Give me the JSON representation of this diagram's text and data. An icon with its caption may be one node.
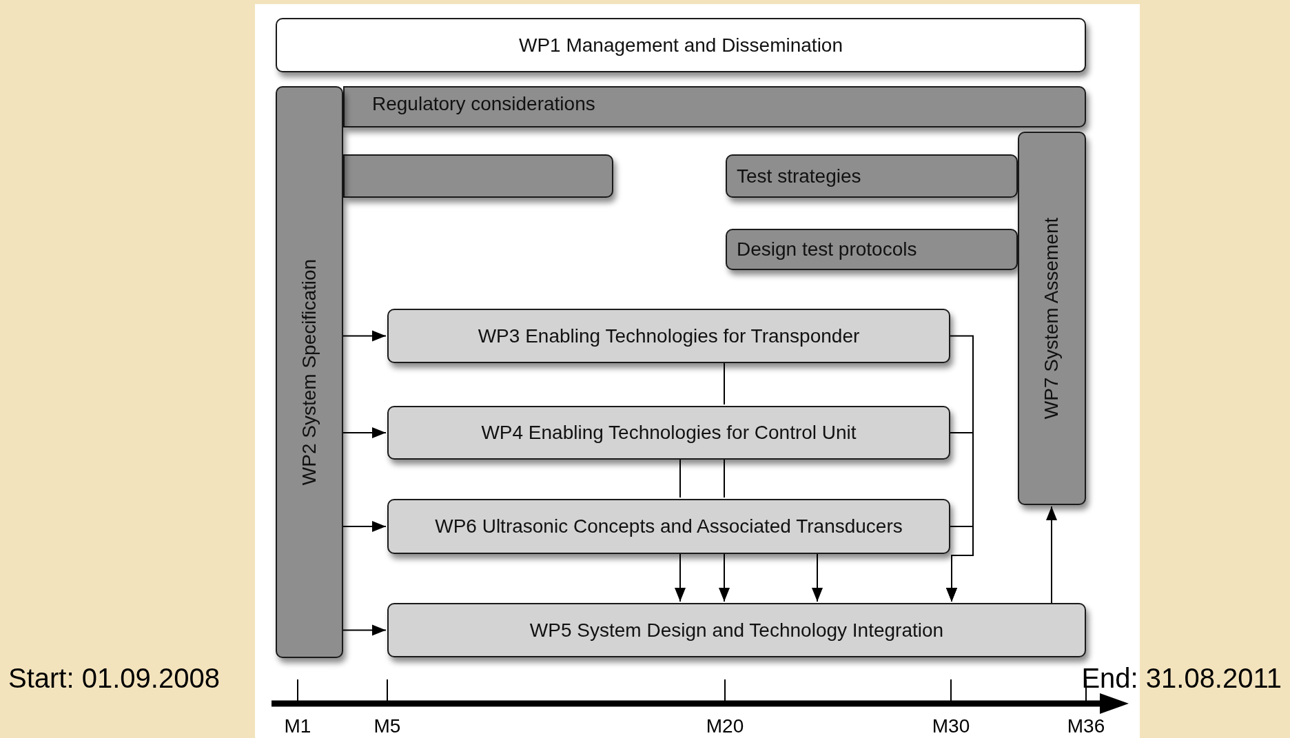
{
  "diagram": {
    "nodes": [
      {
        "text": [
          "WP1 Management and Dissemination"
        ]
      },
      {
        "text": [
          "Regulatory considerations"
        ]
      },
      {
        "text": [],
        "shape": "bar"
      },
      {
        "text": [
          "Test strategies"
        ]
      },
      {
        "text": [
          "Design test protocols"
        ]
      },
      {
        "text": [
          "WP2 System Specification"
        ]
      },
      {
        "text": [
          "WP7 System Assement"
        ]
      },
      {
        "text": [
          "WP3 Enabling Technologies for Transponder"
        ]
      },
      {
        "text": [
          "WP4 Enabling Technologies for Control Unit"
        ]
      },
      {
        "text": [
          "WP6 Ultrasonic Concepts and Associated Transducers"
        ]
      },
      {
        "text": [
          "WP5 System Design and Technology Integration"
        ]
      }
    ],
    "edges": [
      {
        "from": 5,
        "to": 7,
        "arrow": "to"
      },
      {
        "from": 5,
        "to": 8,
        "arrow": "to"
      },
      {
        "from": 5,
        "to": 9,
        "arrow": "to"
      },
      {
        "from": 5,
        "to": 10,
        "arrow": "to"
      },
      {
        "from": 7,
        "to": 8,
        "arrow": "none"
      },
      {
        "from": 8,
        "to": 9,
        "arrow": "none"
      },
      {
        "from": 8,
        "to": 9,
        "arrow": "none"
      },
      {
        "from": 9,
        "to": 10,
        "arrow": "to"
      },
      {
        "from": 9,
        "to": 10,
        "arrow": "to"
      },
      {
        "from": 9,
        "to": 10,
        "arrow": "to"
      },
      {
        "from": 7,
        "to": 10,
        "arrow": "to"
      },
      {
        "from": 8,
        "to": 10,
        "arrow": "to"
      },
      {
        "from": 9,
        "to": 10,
        "arrow": "to"
      },
      {
        "from": 10,
        "to": 6,
        "arrow": "to"
      }
    ],
    "labels": [
      "Start: 01.09.2008",
      "End: 31.08.2011",
      "M1",
      "M5",
      "M20",
      "M30",
      "M36"
    ]
  }
}
